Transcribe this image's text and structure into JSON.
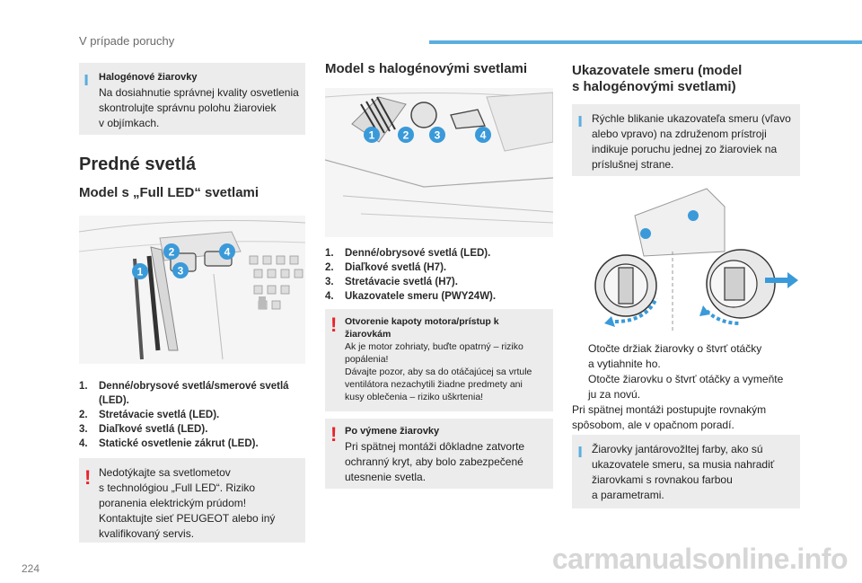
{
  "header": {
    "title": "V prípade poruchy",
    "accent_color": "#5aaee0"
  },
  "page_number": "224",
  "watermark": "carmanualsonline.info",
  "halogen_note": {
    "title": "Halogénové žiarovky",
    "lines": [
      "Na dosiahnutie správnej kvality osvetlenia",
      "skontrolujte správnu polohu žiaroviek",
      "v objímkach."
    ]
  },
  "front_lights": {
    "heading": "Predné svetlá",
    "full_led": {
      "heading": "Model s „Full LED“ svetlami",
      "callouts": [
        "1",
        "2",
        "3",
        "4"
      ],
      "items": [
        {
          "n": "1.",
          "lines": [
            "Denné/obrysové svetlá/smerové svetlá",
            "(LED)."
          ]
        },
        {
          "n": "2.",
          "lines": [
            "Stretávacie svetlá (LED)."
          ]
        },
        {
          "n": "3.",
          "lines": [
            "Diaľkové svetlá (LED)."
          ]
        },
        {
          "n": "4.",
          "lines": [
            "Statické osvetlenie zákrut (LED)."
          ]
        }
      ],
      "warning_lines": [
        "Nedotýkajte sa svetlometov",
        "s technológiou „Full LED“. Riziko",
        "poranenia elektrickým prúdom!",
        "Kontaktujte sieť PEUGEOT alebo iný",
        "kvalifikovaný servis."
      ]
    },
    "halogen": {
      "heading": "Model s halogénovými svetlami",
      "callouts": [
        "1",
        "2",
        "3",
        "4"
      ],
      "items": [
        {
          "n": "1.",
          "text": "Denné/obrysové svetlá (LED)."
        },
        {
          "n": "2.",
          "text": "Diaľkové svetlá (H7)."
        },
        {
          "n": "3.",
          "text": "Stretávacie svetlá (H7)."
        },
        {
          "n": "4.",
          "text": "Ukazovatele smeru (PWY24W)."
        }
      ],
      "hood_warning": {
        "title_lines": [
          "Otvorenie kapoty motora/prístup k",
          "žiarovkám"
        ],
        "lines": [
          "Ak je motor zohriaty, buďte opatrný – riziko",
          "popálenia!",
          "Dávajte pozor, aby sa do otáčajúcej sa vrtule",
          "ventilátora nezachytili žiadne predmety ani",
          "kusy oblečenia – riziko uškrtenia!"
        ]
      },
      "replacement_warning": {
        "title": "Po výmene žiarovky",
        "lines": [
          "Pri spätnej montáži dôkladne zatvorte",
          "ochranný kryt, aby bolo zabezpečené",
          "utesnenie svetla."
        ]
      }
    }
  },
  "indicators": {
    "heading_lines": [
      "Ukazovatele smeru (model",
      "s halogénovými svetlami)"
    ],
    "info_lines": [
      "Rýchle blikanie ukazovateľa smeru (vľavo",
      "alebo vpravo) na združenom prístroji",
      "indikuje poruchu jednej zo žiaroviek na",
      "príslušnej strane."
    ],
    "steps": [
      {
        "bullet": "",
        "lines": [
          "Otočte držiak žiarovky o štvrť otáčky",
          "a vytiahnite ho."
        ]
      },
      {
        "bullet": "",
        "lines": [
          "Otočte žiarovku o štvrť otáčky a vymeňte",
          "ju za novú."
        ]
      }
    ],
    "reassembly_lines": [
      "Pri spätnej montáži postupujte rovnakým",
      "spôsobom, ale v opačnom poradí."
    ],
    "amber_info_lines": [
      "Žiarovky jantárovožltej farby, ako sú",
      "ukazovatele smeru, sa musia nahradiť",
      "žiarovkami s rovnakou farbou",
      "a parametrami."
    ]
  }
}
